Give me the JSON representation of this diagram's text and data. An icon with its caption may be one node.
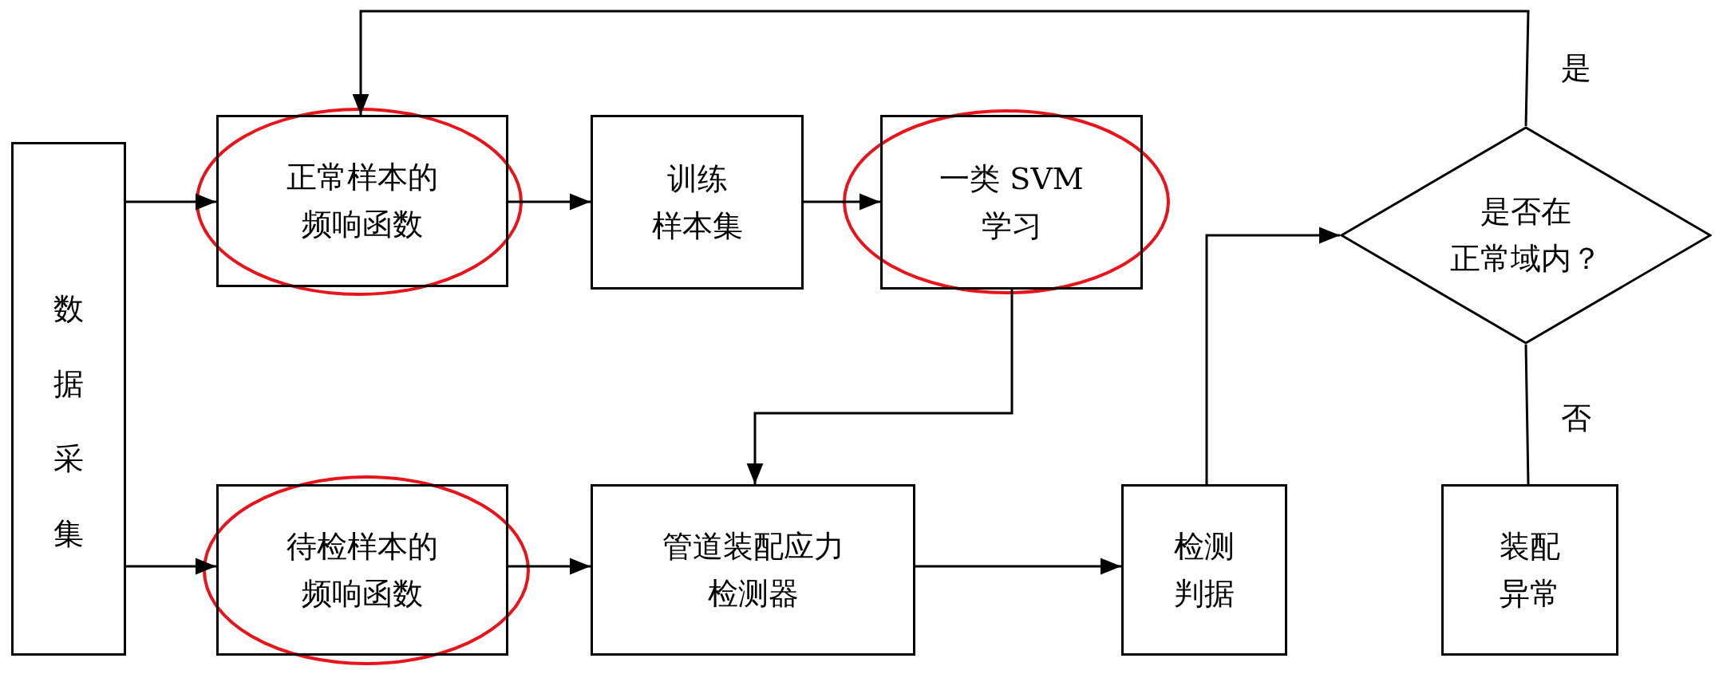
{
  "diagram": {
    "nodes": [
      {
        "text": [
          "数据采集"
        ]
      },
      {
        "text": [
          "正常样本的频响函数"
        ]
      },
      {
        "text": [
          "训练样本集"
        ]
      },
      {
        "text": [
          "一类 SVM学习"
        ]
      },
      {
        "text": [
          "是否在正常域内？"
        ]
      },
      {
        "text": [
          "待检样本的频响函数"
        ]
      },
      {
        "text": [
          "管道装配应力检测器"
        ]
      },
      {
        "text": [
          "检测判据"
        ]
      },
      {
        "text": [
          "装配异常"
        ]
      }
    ],
    "edges": [
      {
        "from": 0,
        "to": 1,
        "arrow": "to"
      },
      {
        "from": 0,
        "to": 5,
        "arrow": "to"
      },
      {
        "from": 1,
        "to": 2,
        "arrow": "to"
      },
      {
        "from": 2,
        "to": 3,
        "arrow": "to"
      },
      {
        "from": 3,
        "to": 6,
        "arrow": "to"
      },
      {
        "from": 5,
        "to": 6,
        "arrow": "to"
      },
      {
        "from": 6,
        "to": 7,
        "arrow": "to"
      },
      {
        "from": 7,
        "to": 4,
        "arrow": "to"
      },
      {
        "from": 4,
        "to": 1,
        "arrow": "to",
        "label": "是"
      },
      {
        "from": 4,
        "to": 8,
        "arrow": "none",
        "label": "否"
      }
    ]
  }
}
